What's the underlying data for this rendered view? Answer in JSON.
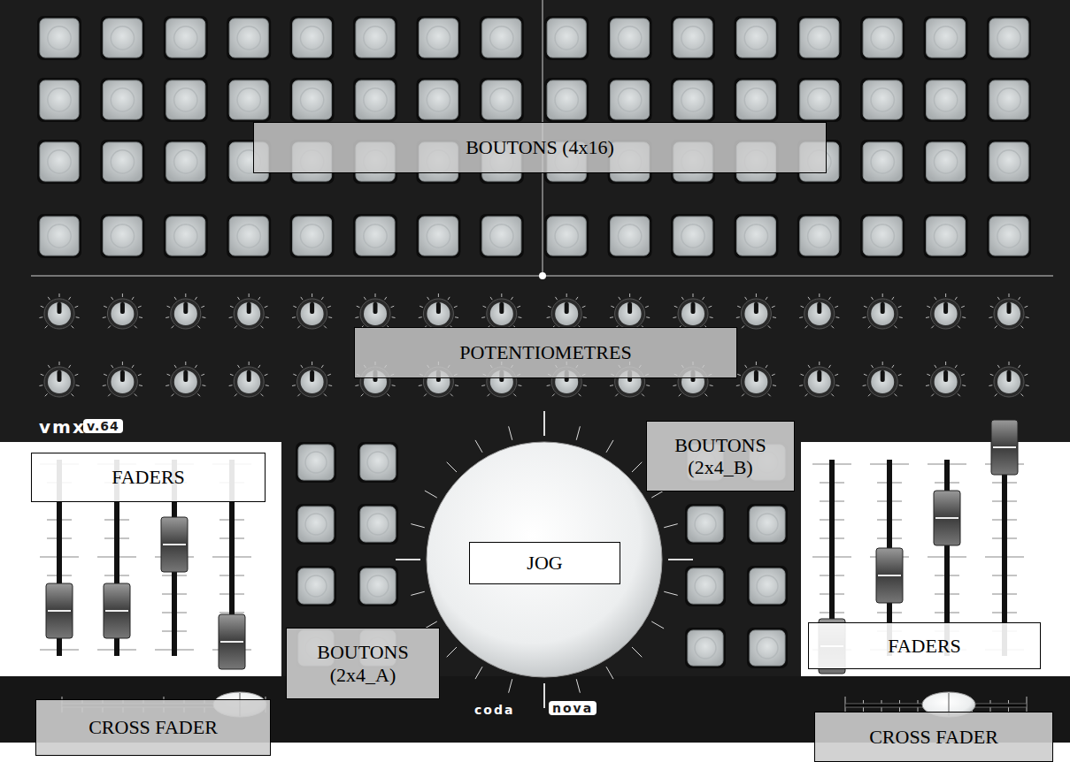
{
  "diagram": {
    "nodes": [
      {
        "text": [
          "BOUTONS (4x16)"
        ]
      },
      {
        "text": [
          "POTENTIOMETRES"
        ]
      },
      {
        "text": [
          "FADERS"
        ]
      },
      {
        "text": [
          "BOUTONS (2x4_B)"
        ]
      },
      {
        "text": [
          "JOG"
        ]
      },
      {
        "text": [
          "FADERS"
        ]
      },
      {
        "text": [
          "BOUTONS (2x4_A)"
        ]
      },
      {
        "text": [
          "CROSS FADER"
        ]
      },
      {
        "text": [
          "CROSS FADER"
        ]
      }
    ],
    "labels": [
      "vmx",
      "v.64",
      "coda",
      "nova"
    ]
  }
}
